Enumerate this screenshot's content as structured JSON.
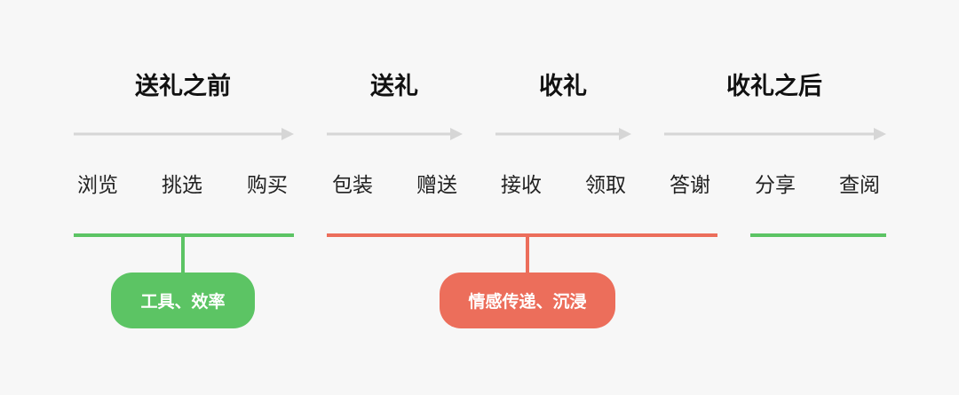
{
  "phases": [
    {
      "title": "送礼之前"
    },
    {
      "title": "送礼"
    },
    {
      "title": "收礼"
    },
    {
      "title": "收礼之后"
    }
  ],
  "steps": [
    "浏览",
    "挑选",
    "购买",
    "包装",
    "赠送",
    "接收",
    "领取",
    "答谢",
    "分享",
    "查阅"
  ],
  "groups": [
    {
      "label": "工具、效率",
      "color": "#5cc464"
    },
    {
      "label": "情感传递、沉浸",
      "color": "#ec6e5b"
    },
    {
      "label": "",
      "color": "#5cc464"
    }
  ],
  "colors": {
    "background": "#f7f7f7",
    "arrow": "#d6d6d6",
    "green": "#5cc464",
    "red": "#ec6e5b"
  }
}
